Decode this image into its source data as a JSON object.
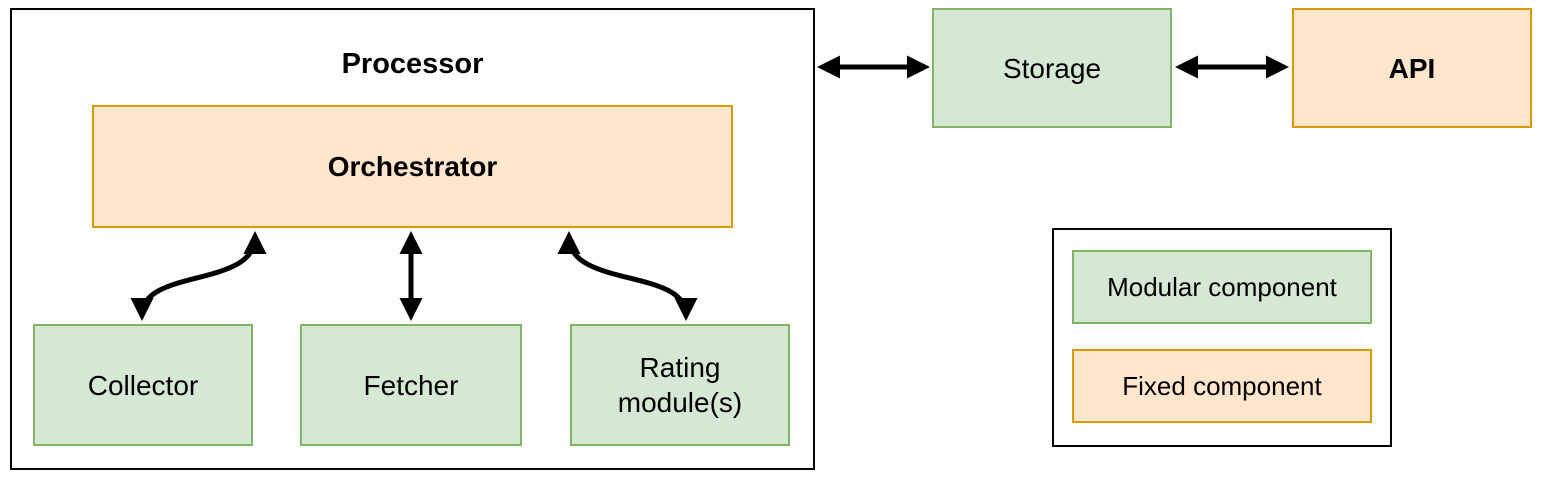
{
  "colors": {
    "green_fill": "#d5e8d4",
    "green_border": "#82b366",
    "orange_fill": "#ffe6cc",
    "orange_border": "#d79b00",
    "line": "#000000"
  },
  "processor": {
    "title": "Processor",
    "orchestrator": "Orchestrator",
    "children": [
      {
        "label": "Collector"
      },
      {
        "label": "Fetcher"
      },
      {
        "label": "Rating module(s)"
      }
    ]
  },
  "storage": {
    "label": "Storage"
  },
  "api": {
    "label": "API"
  },
  "legend": {
    "items": [
      {
        "label": "Modular component",
        "type": "modular"
      },
      {
        "label": "Fixed component",
        "type": "fixed"
      }
    ]
  }
}
